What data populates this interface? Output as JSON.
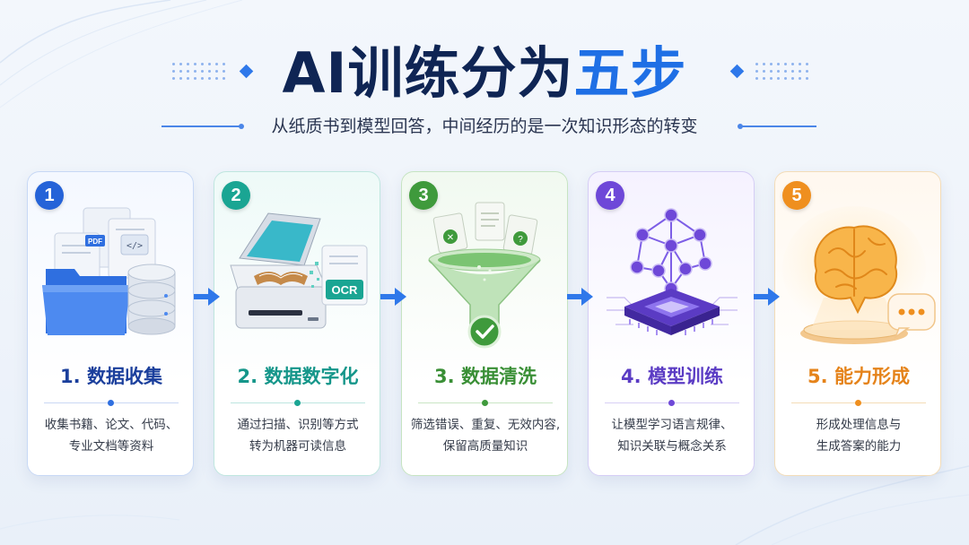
{
  "header": {
    "title_part1": "AI训练分为",
    "title_part2": "五步",
    "subtitle": "从纸质书到模型回答，中间经历的是一次知识形态的转变"
  },
  "colors": {
    "navy": "#0f2554",
    "accent_blue": "#1f6fe5",
    "step1": "#2563d8",
    "step2": "#1aa593",
    "step3": "#3f9a3c",
    "step4": "#6e48d8",
    "step5": "#ef8f1f"
  },
  "steps": [
    {
      "number": "1",
      "title": "1. 数据收集",
      "desc": "收集书籍、论文、代码、\n专业文档等资料",
      "icon": "folder-documents-icon",
      "pdf_label": "PDF",
      "code_label": "</>"
    },
    {
      "number": "2",
      "title": "2. 数据数字化",
      "desc": "通过扫描、识别等方式\n转为机器可读信息",
      "icon": "scanner-ocr-icon",
      "ocr_label": "OCR"
    },
    {
      "number": "3",
      "title": "3. 数据清洗",
      "desc": "筛选错误、重复、无效内容,\n保留高质量知识",
      "icon": "funnel-filter-icon"
    },
    {
      "number": "4",
      "title": "4. 模型训练",
      "desc": "让模型学习语言规律、\n知识关联与概念关系",
      "icon": "chip-network-icon"
    },
    {
      "number": "5",
      "title": "5. 能力形成",
      "desc": "形成处理信息与\n生成答案的能力",
      "icon": "glowing-brain-icon"
    }
  ]
}
